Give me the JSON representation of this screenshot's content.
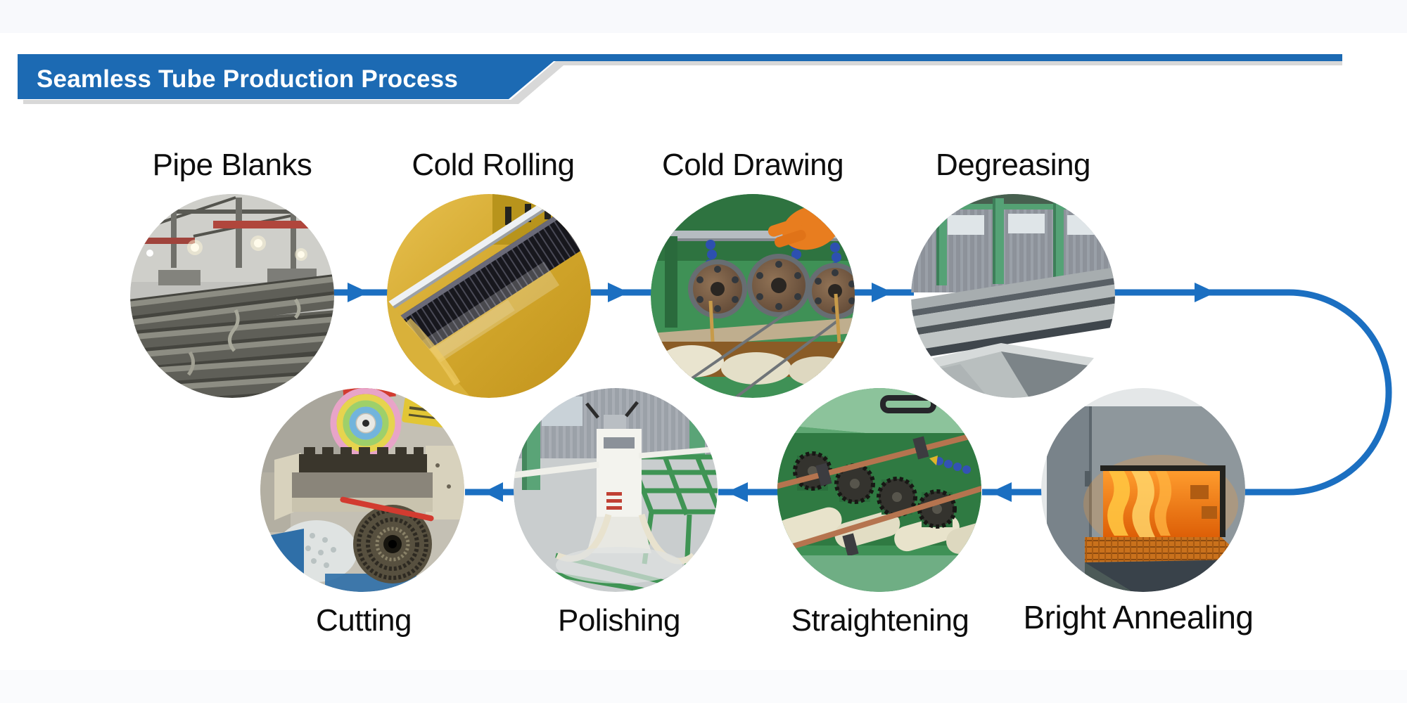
{
  "header": {
    "title": "Seamless Tube Production Process"
  },
  "colors": {
    "accent_blue": "#1b6fc1",
    "banner_blue": "#1c6ab3",
    "banner_shadow_gray": "#d8d8d8",
    "label_text": "#0d0d0d",
    "page_strip_gray": "#f8f9fc"
  },
  "steps": [
    {
      "id": "pipe-blanks",
      "label": "Pipe Blanks"
    },
    {
      "id": "cold-rolling",
      "label": "Cold Rolling"
    },
    {
      "id": "cold-drawing",
      "label": "Cold Drawing"
    },
    {
      "id": "degreasing",
      "label": "Degreasing"
    },
    {
      "id": "bright-annealing",
      "label": "Bright Annealing"
    },
    {
      "id": "straightening",
      "label": "Straightening"
    },
    {
      "id": "polishing",
      "label": "Polishing"
    },
    {
      "id": "cutting",
      "label": "Cutting"
    }
  ]
}
